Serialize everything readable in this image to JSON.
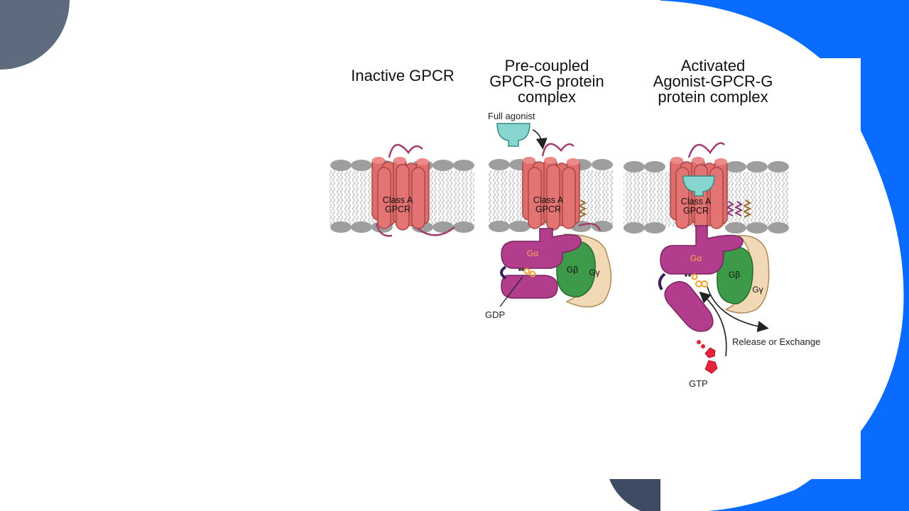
{
  "colors": {
    "accent_blue": "#0a6cff",
    "slate": "#5e6b7e",
    "navy": "#3d4b63",
    "receptor": "#e06c6c",
    "g_alpha": "#b13d8c",
    "g_beta": "#3d9a48",
    "g_gamma": "#f2d9b5",
    "agonist": "#86d6cf",
    "gtp": "#e8223a",
    "gdp": "#f0a030"
  },
  "panels": [
    {
      "title": "Inactive GPCR",
      "receptor_label": "Class A\nGPCR"
    },
    {
      "title": "Pre-coupled\nGPCR-G protein\ncomplex",
      "receptor_label": "Class A\nGPCR"
    },
    {
      "title": "Activated\nAgonist-GPCR-G\nprotein complex",
      "receptor_label": "Class A\nGPCR"
    }
  ],
  "labels": {
    "full_agonist": "Full agonist",
    "g_alpha": "Gα",
    "g_beta": "Gβ",
    "g_gamma": "Gγ",
    "gdp": "GDP",
    "gtp": "GTP",
    "release": "Release or Exchange"
  }
}
